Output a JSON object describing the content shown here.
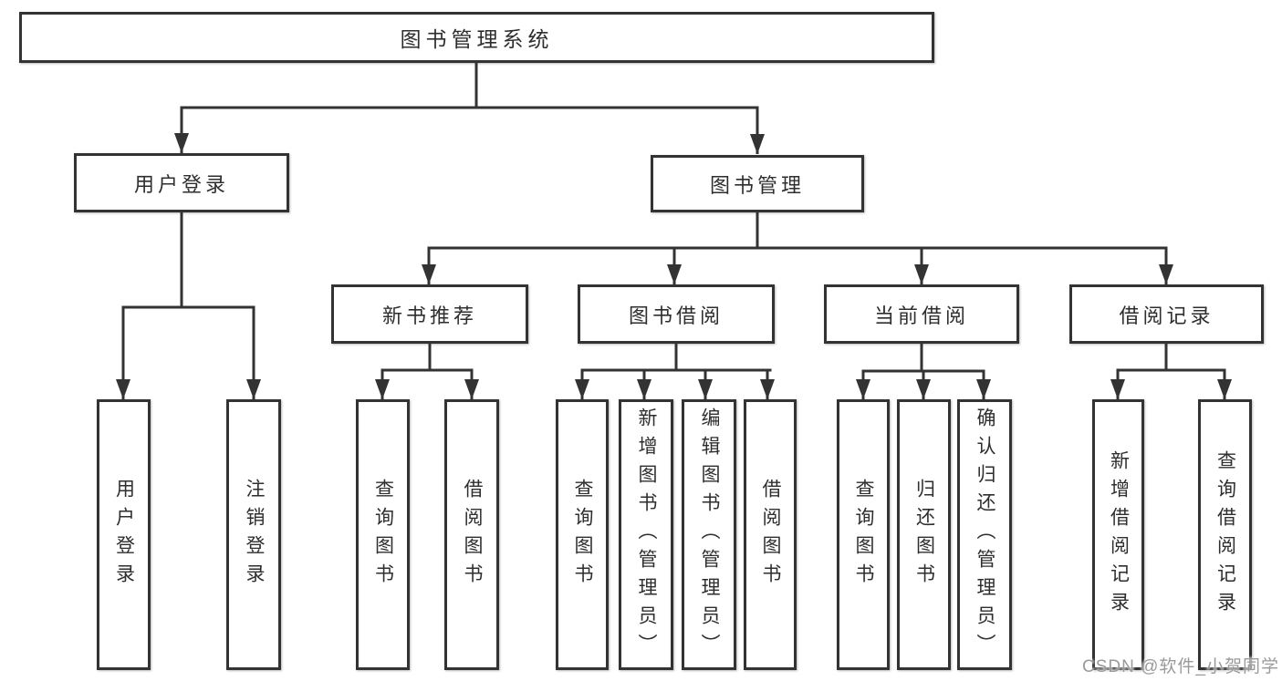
{
  "tree": {
    "root": "图书管理系统",
    "user_login": {
      "label": "用户登录",
      "leaves": [
        "用户登录",
        "注销登录"
      ]
    },
    "book_management": {
      "label": "图书管理",
      "children": {
        "new_book_recommend": {
          "label": "新书推荐",
          "leaves": [
            "查询图书",
            "借阅图书"
          ]
        },
        "book_borrowing": {
          "label": "图书借阅",
          "leaves": [
            "查询图书",
            "新增图书（管理员）",
            "编辑图书（管理员）",
            "借阅图书"
          ]
        },
        "current_borrowing": {
          "label": "当前借阅",
          "leaves": [
            "查询图书",
            "归还图书",
            "确认归还（管理员）"
          ]
        },
        "borrowing_records": {
          "label": "借阅记录",
          "leaves": [
            "新增借阅记录",
            "查询借阅记录"
          ]
        }
      }
    }
  },
  "watermark": "CSDN @软件_小贺同学",
  "colors": {
    "line": "#333333",
    "box_border": "#333333",
    "text": "#2e2e2e",
    "watermark": "#9a9a9a",
    "background": "#ffffff"
  }
}
